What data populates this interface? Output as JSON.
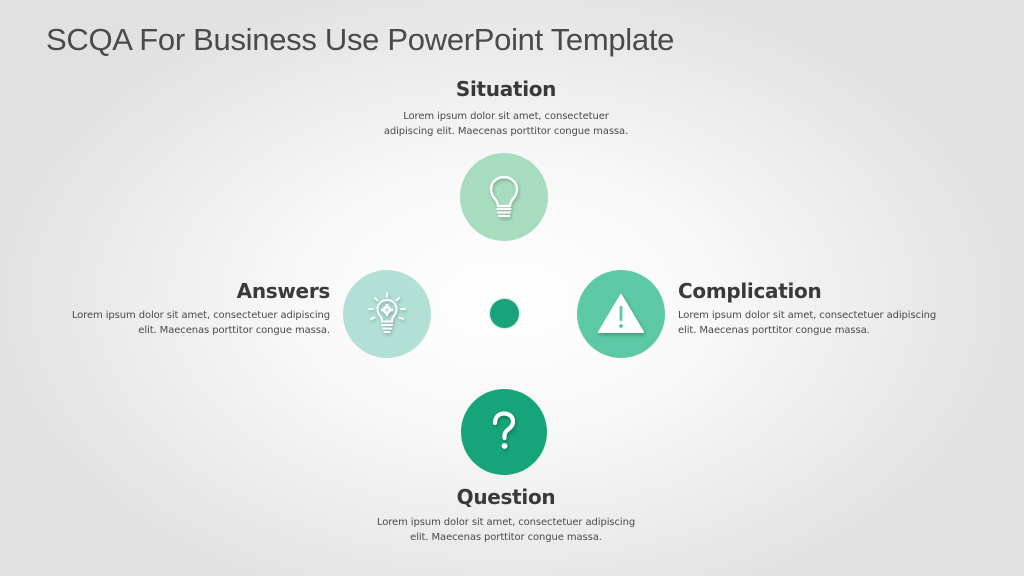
{
  "slide": {
    "title": "SCQA For Business Use PowerPoint Template",
    "colors": {
      "situation": "#a8dcc0",
      "complication": "#5cc8a5",
      "question": "#16a47b",
      "answers": "#b2e0d6",
      "center_dot": "#1aa27a",
      "heading_text": "#3a3a3a",
      "body_text": "#4a4a4a"
    }
  },
  "nodes": {
    "situation": {
      "heading": "Situation",
      "line1": "Lorem ipsum dolor sit amet, consectetuer",
      "line2": "adipiscing elit. Maecenas porttitor  congue massa.",
      "icon": "lightbulb-icon"
    },
    "complication": {
      "heading": "Complication",
      "line1": "Lorem ipsum dolor sit amet, consectetuer adipiscing",
      "line2": "elit. Maecenas porttitor  congue massa.",
      "icon": "warning-icon"
    },
    "question": {
      "heading": "Question",
      "line1": "Lorem ipsum dolor sit amet, consectetuer adipiscing",
      "line2": "elit. Maecenas porttitor  congue massa.",
      "icon": "question-mark-icon"
    },
    "answers": {
      "heading": "Answers",
      "line1": "Lorem ipsum dolor sit amet, consectetuer adipiscing",
      "line2": "elit. Maecenas porttitor  congue massa.",
      "icon": "idea-gear-bulb-icon"
    }
  }
}
